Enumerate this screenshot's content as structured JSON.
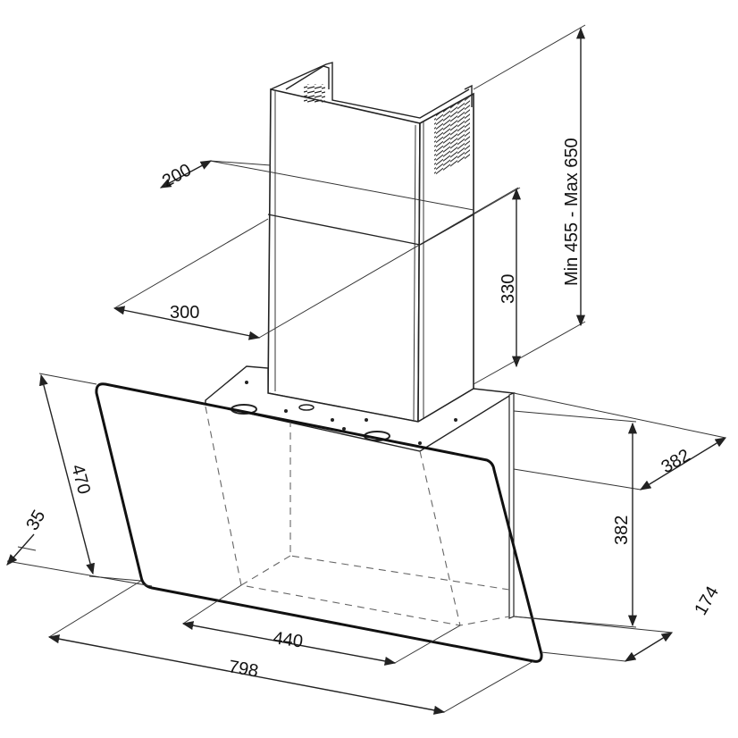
{
  "dimensions": {
    "chimney_width": "200",
    "chimney_depth": "300",
    "chimney_section_height": "330",
    "chimney_range": "Min 455 - Max 650",
    "hood_depth_right": "382",
    "hood_height_right": "382",
    "base_depth": "174",
    "glass_height": "470",
    "glass_offset": "35",
    "inner_width": "440",
    "total_width": "798"
  },
  "colors": {
    "line": "#222222",
    "background": "#ffffff"
  }
}
